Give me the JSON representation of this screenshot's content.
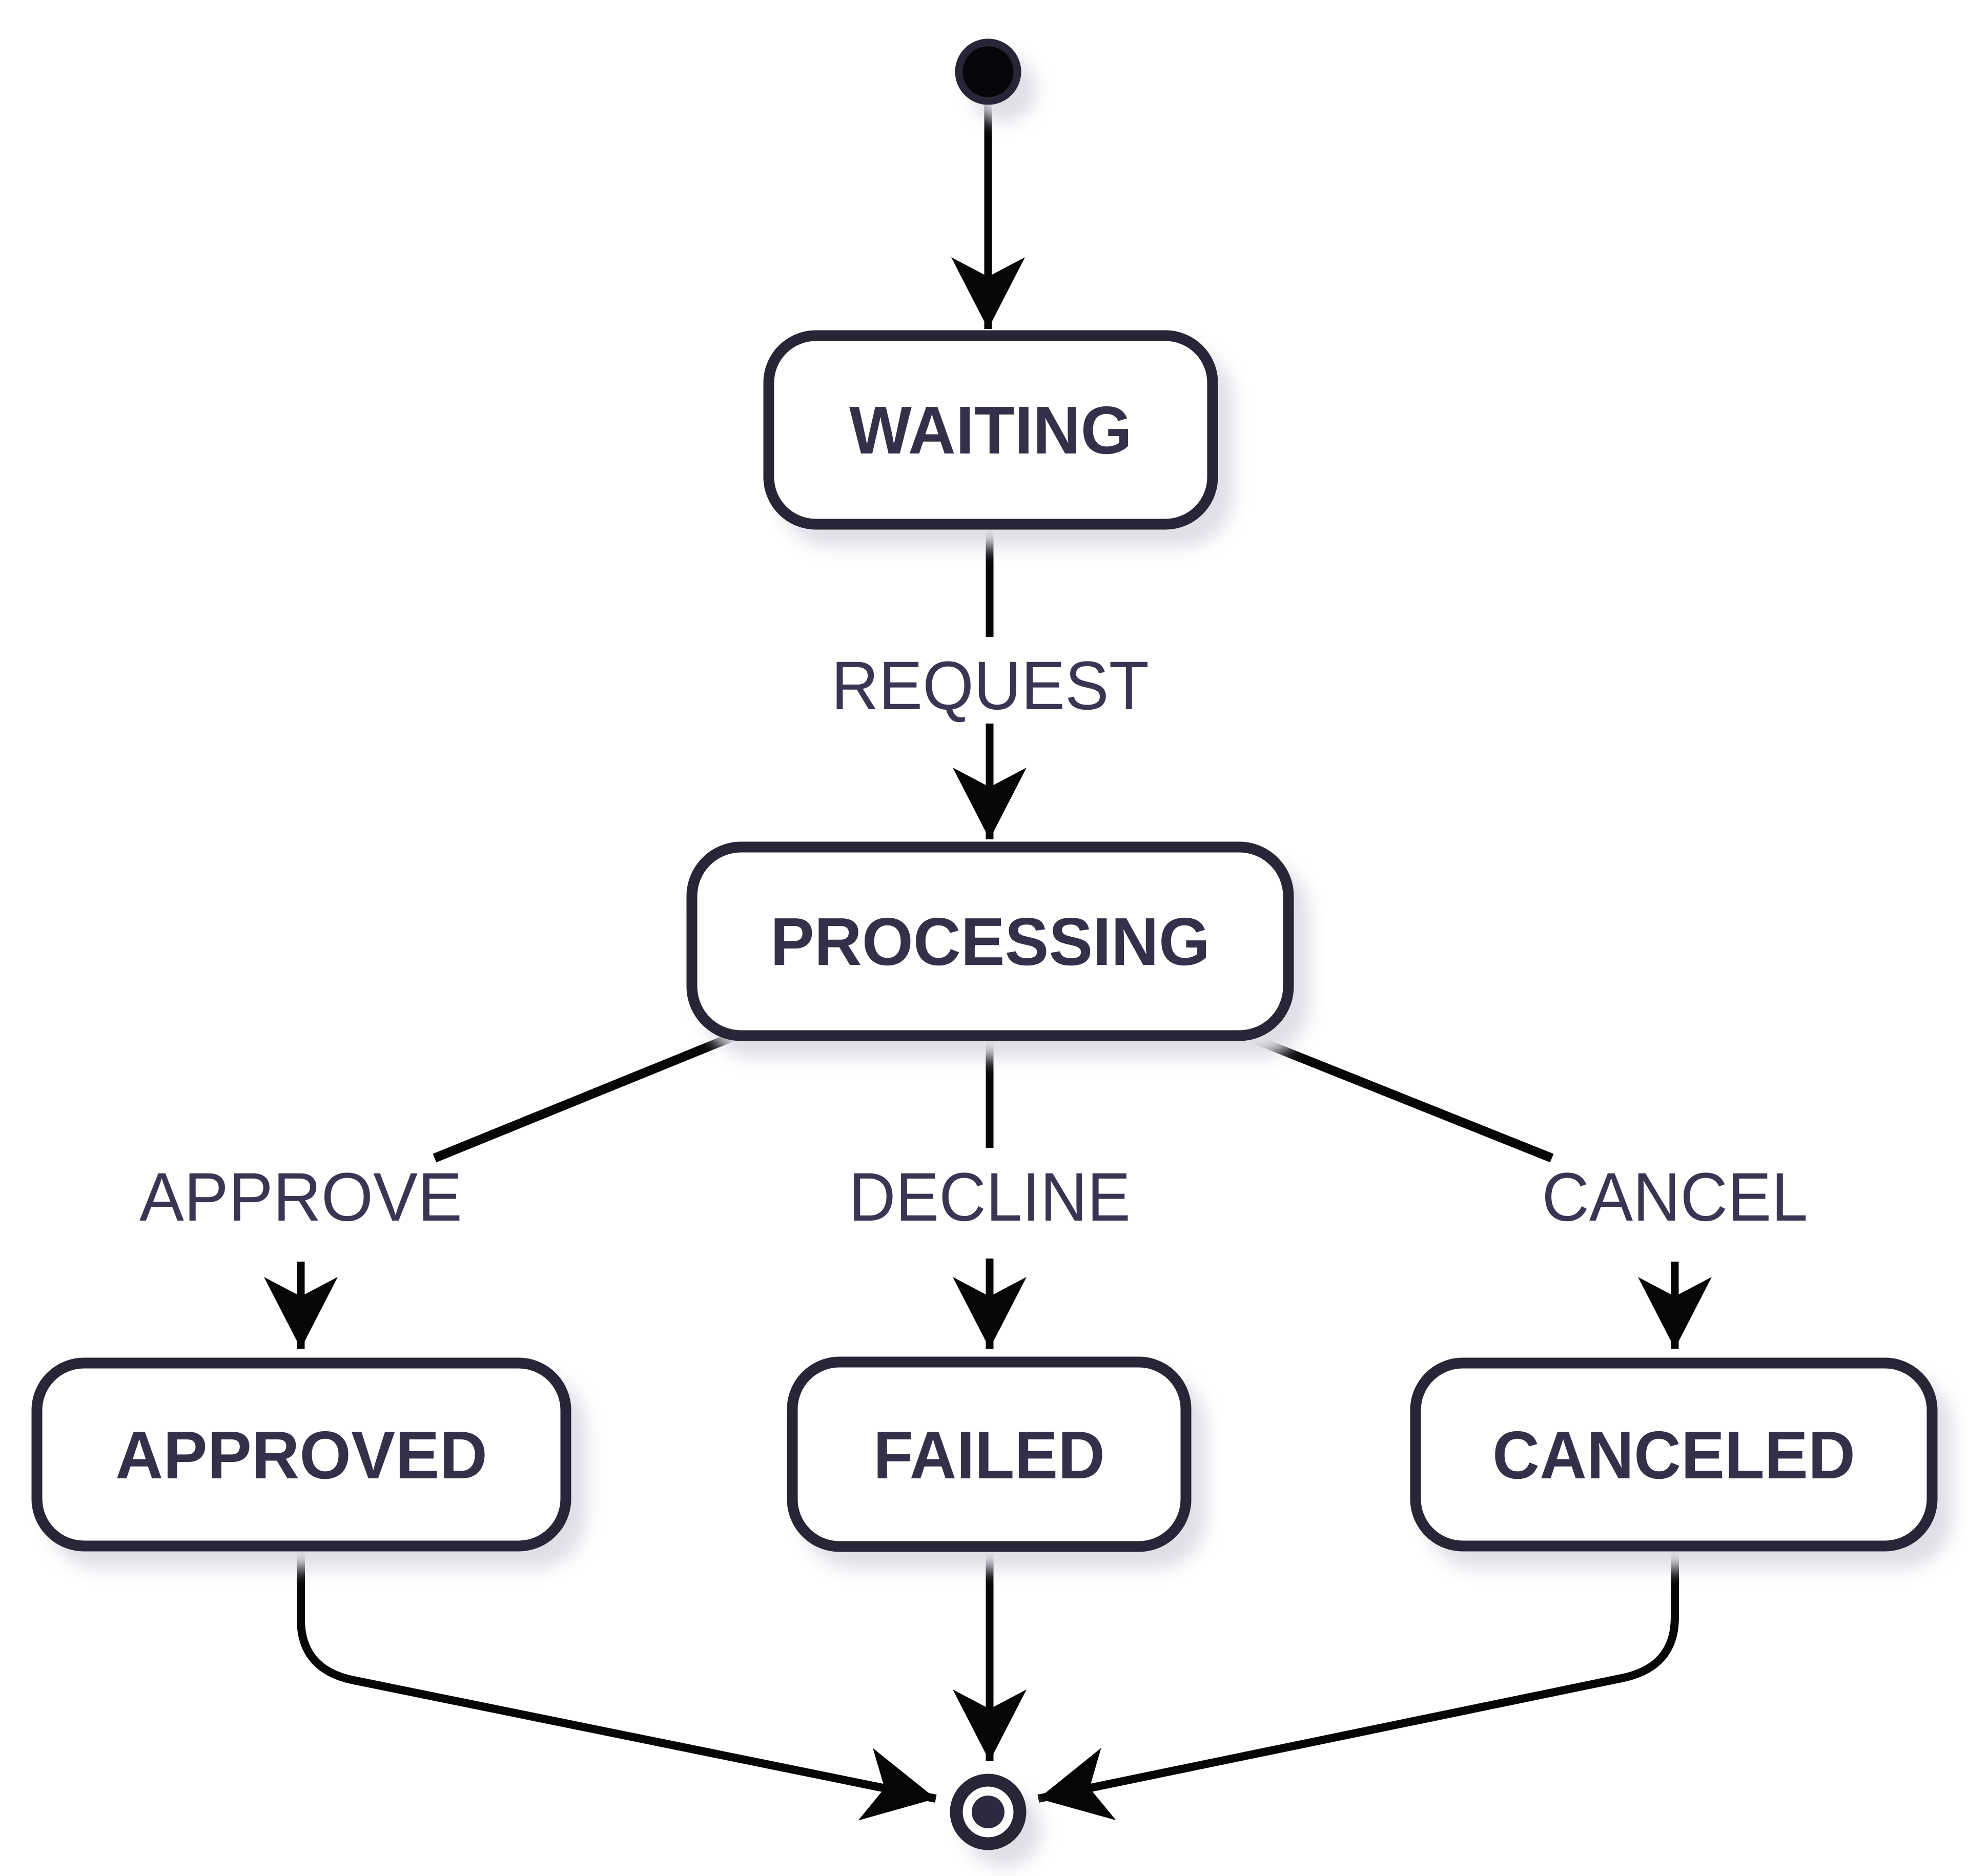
{
  "diagram": {
    "kind": "uml-state-machine",
    "background": "#ffffff",
    "colors": {
      "state_border": "#262636",
      "state_fill": "#ffffff",
      "state_text": "#333049",
      "edge_label_text": "#393653",
      "edge_line": "#060608",
      "initial_node_fill": "#06060a",
      "final_node_ring": "#262636",
      "final_node_dot": "#2b2a40",
      "shadow": "#dfdfe8"
    },
    "pseudostates": [
      {
        "id": "initial",
        "type": "start"
      },
      {
        "id": "final",
        "type": "end"
      }
    ],
    "states": [
      {
        "id": "waiting",
        "label": "WAITING"
      },
      {
        "id": "processing",
        "label": "PROCESSING"
      },
      {
        "id": "approved",
        "label": "APPROVED"
      },
      {
        "id": "failed",
        "label": "FAILED"
      },
      {
        "id": "canceled",
        "label": "CANCELED"
      }
    ],
    "transitions": [
      {
        "from": "initial",
        "to": "waiting",
        "label": ""
      },
      {
        "from": "waiting",
        "to": "processing",
        "label": "REQUEST"
      },
      {
        "from": "processing",
        "to": "approved",
        "label": "APPROVE"
      },
      {
        "from": "processing",
        "to": "failed",
        "label": "DECLINE"
      },
      {
        "from": "processing",
        "to": "canceled",
        "label": "CANCEL"
      },
      {
        "from": "approved",
        "to": "final",
        "label": ""
      },
      {
        "from": "failed",
        "to": "final",
        "label": ""
      },
      {
        "from": "canceled",
        "to": "final",
        "label": ""
      }
    ]
  }
}
